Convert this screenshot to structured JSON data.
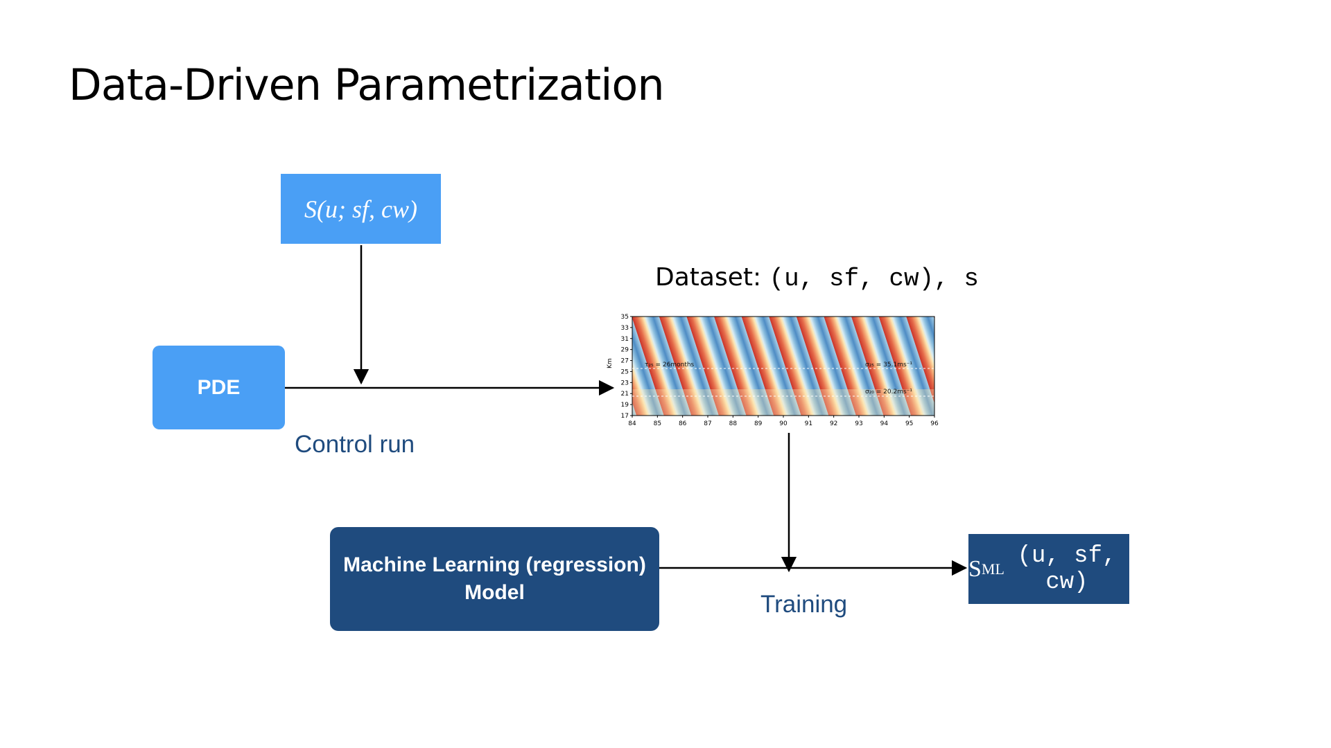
{
  "title": "Data-Driven Parametrization",
  "nodes": {
    "source_term": {
      "label": "S(u; sf, cw)"
    },
    "pde": {
      "label": "PDE"
    },
    "ml_model": {
      "label_line1": "Machine Learning (regression)",
      "label_line2": "Model"
    },
    "output": {
      "label_main": "S",
      "label_sub": "ML",
      "label_args": "(u, sf, cw)"
    }
  },
  "dataset": {
    "label_prefix": "Dataset:",
    "label_math": "(u, sf, cw), s"
  },
  "edges": {
    "control_run": "Control run",
    "training": "Training"
  },
  "plot": {
    "ylabel": "Km",
    "yticks": [
      "35",
      "33",
      "31",
      "29",
      "27",
      "25",
      "23",
      "21",
      "19",
      "17"
    ],
    "xticks": [
      "84",
      "85",
      "86",
      "87",
      "88",
      "89",
      "90",
      "91",
      "92",
      "93",
      "94",
      "95",
      "96"
    ],
    "annotation_period": "τ₂₅ = 26months",
    "annotation_sigma25": "σ₂₅ = 35.1ms⁻¹",
    "annotation_sigma20": "σ₂₀ = 20.2ms⁻¹"
  },
  "colors": {
    "light_blue": "#4a9ff5",
    "dark_blue": "#1f4b7e",
    "edge_label": "#1f4b7e",
    "arrow": "#000000"
  }
}
